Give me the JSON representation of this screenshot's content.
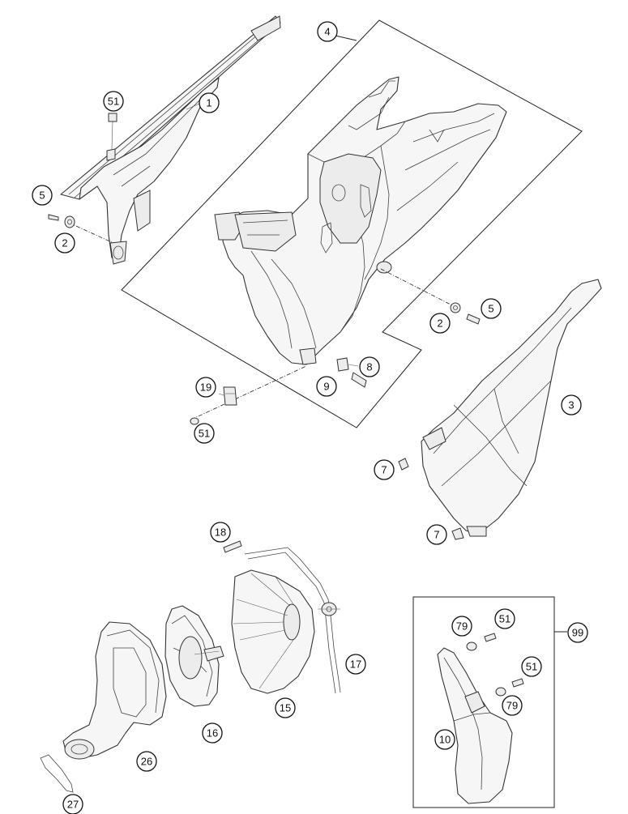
{
  "callouts": [
    {
      "id": "c1",
      "label": "1"
    },
    {
      "id": "c51a",
      "label": "51"
    },
    {
      "id": "c5a",
      "label": "5"
    },
    {
      "id": "c2a",
      "label": "2"
    },
    {
      "id": "c4",
      "label": "4"
    },
    {
      "id": "c2b",
      "label": "2"
    },
    {
      "id": "c5b",
      "label": "5"
    },
    {
      "id": "c8",
      "label": "8"
    },
    {
      "id": "c9",
      "label": "9"
    },
    {
      "id": "c19",
      "label": "19"
    },
    {
      "id": "c51b",
      "label": "51"
    },
    {
      "id": "c3",
      "label": "3"
    },
    {
      "id": "c7a",
      "label": "7"
    },
    {
      "id": "c7b",
      "label": "7"
    },
    {
      "id": "c18",
      "label": "18"
    },
    {
      "id": "c17",
      "label": "17"
    },
    {
      "id": "c15",
      "label": "15"
    },
    {
      "id": "c16",
      "label": "16"
    },
    {
      "id": "c26",
      "label": "26"
    },
    {
      "id": "c27",
      "label": "27"
    },
    {
      "id": "c79a",
      "label": "79"
    },
    {
      "id": "c51c",
      "label": "51"
    },
    {
      "id": "c99",
      "label": "99"
    },
    {
      "id": "c51d",
      "label": "51"
    },
    {
      "id": "c79b",
      "label": "79"
    },
    {
      "id": "c10",
      "label": "10"
    }
  ]
}
